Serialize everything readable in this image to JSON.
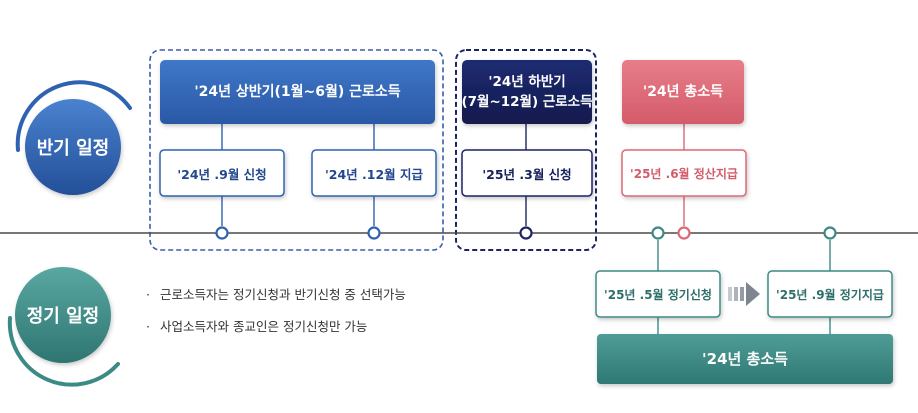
{
  "colors": {
    "blue": "#2f62b0",
    "navy": "#16205a",
    "pink": "#dc6876",
    "teal": "#3c8a86",
    "timeline": "#4a4a4a"
  },
  "semiannual": {
    "label": "반기 일정",
    "first_half": {
      "title": "'24년 상반기(1월~6월) 근로소득",
      "apply": "'24년 .9월 신청",
      "pay": "'24년 .12월 지급"
    },
    "second_half": {
      "title_line1": "'24년 하반기",
      "title_line2": "(7월~12월) 근로소득",
      "apply": "'25년 .3월 신청"
    },
    "total": {
      "title": "'24년 총소득",
      "settle": "'25년 .6월 정산지급"
    }
  },
  "regular": {
    "label": "정기 일정",
    "notes": [
      "근로소득자는 정기신청과 반기신청 중 선택가능",
      "사업소득자와 종교인은 정기신청만 가능"
    ],
    "apply": "'25년 .5월 정기신청",
    "pay": "'25년 .9월 정기지급",
    "total": "'24년 총소득"
  }
}
